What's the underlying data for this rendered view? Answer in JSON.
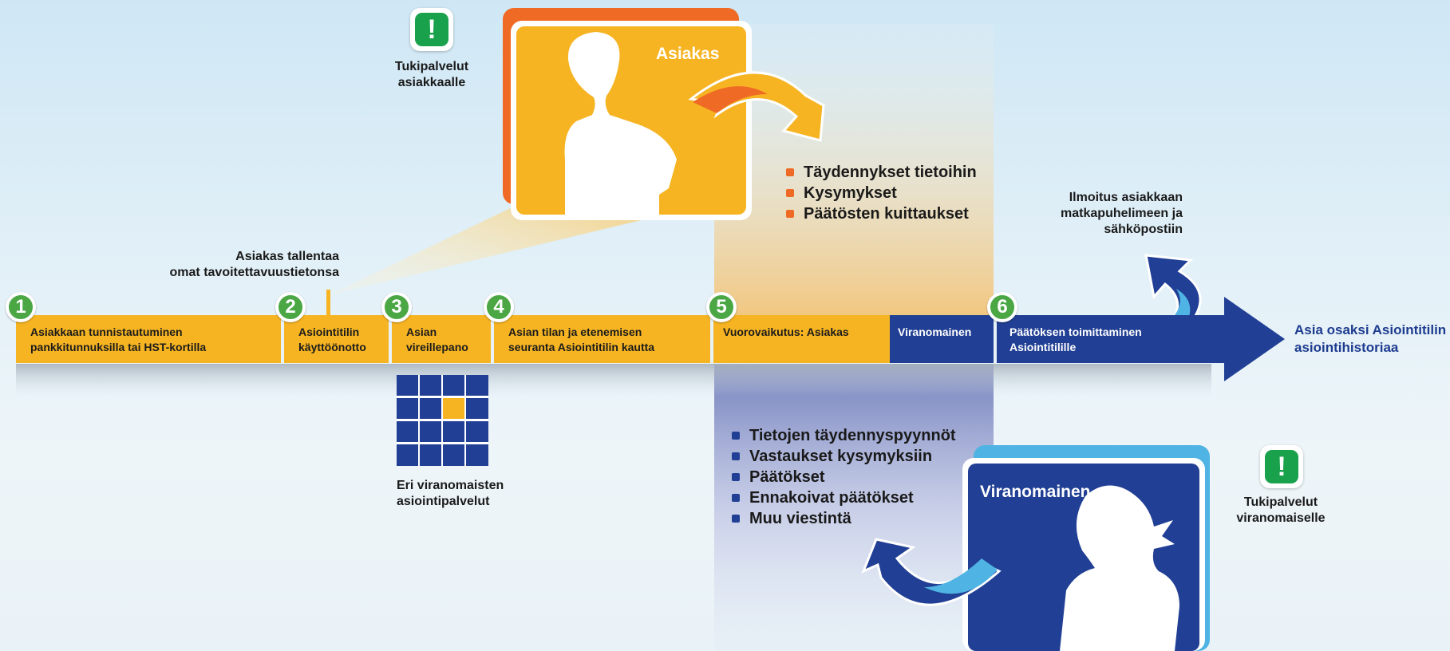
{
  "support": {
    "customer": {
      "icon": "exclamation-icon",
      "glyph": "!",
      "line1": "Tukipalvelut",
      "line2": "asiakkaalle"
    },
    "authority": {
      "icon": "exclamation-icon",
      "glyph": "!",
      "line1": "Tukipalvelut",
      "line2": "viranomaiselle"
    }
  },
  "customer_card": {
    "title": "Asiakas"
  },
  "authority_card": {
    "title": "Viranomainen"
  },
  "customer_note": {
    "line1": "Asiakas tallentaa",
    "line2": "omat  tavoitettavuustietonsa"
  },
  "customer_bullets": [
    "Täydennykset tietoihin",
    "Kysymykset",
    "Päätösten kuittaukset"
  ],
  "authority_bullets": [
    "Tietojen täydennyspyynnöt",
    "Vastaukset kysymyksiin",
    "Päätökset",
    "Ennakoivat päätökset",
    "Muu viestintä"
  ],
  "notify_note": {
    "line1": "Ilmoitus asiakkaan",
    "line2": "matkapuhelimeen ja",
    "line3": "sähköpostiin"
  },
  "timeline": {
    "steps": [
      {
        "num": "1",
        "line1": "Asiakkaan tunnistautuminen",
        "line2": "pankkitunnuksilla tai HST-kortilla"
      },
      {
        "num": "2",
        "line1": "Asiointitilin",
        "line2": "käyttöönotto"
      },
      {
        "num": "3",
        "line1": "Asian",
        "line2": "vireillepano"
      },
      {
        "num": "4",
        "line1": "Asian tilan ja etenemisen",
        "line2": "seuranta Asiointitilin kautta"
      },
      {
        "num": "5",
        "line1": "Vuorovaikutus: Asiakas",
        "line2": ""
      },
      {
        "num": "6",
        "line1": "Päätöksen toimittaminen",
        "line2": "Asiointitilille"
      }
    ],
    "interaction_authority": "Viranomainen",
    "end_label": {
      "line1": "Asia osaksi Asiointitilin",
      "line2": "asiointihistoriaa"
    }
  },
  "services_note": {
    "line1": "Eri viranomaisten",
    "line2": "asiointipalvelut"
  },
  "colors": {
    "yellow": "#f6b422",
    "orange": "#ef6a25",
    "navy": "#213f94",
    "light_blue": "#4fb3e3",
    "green": "#19a24b",
    "end_text": "#1e3c8f"
  }
}
